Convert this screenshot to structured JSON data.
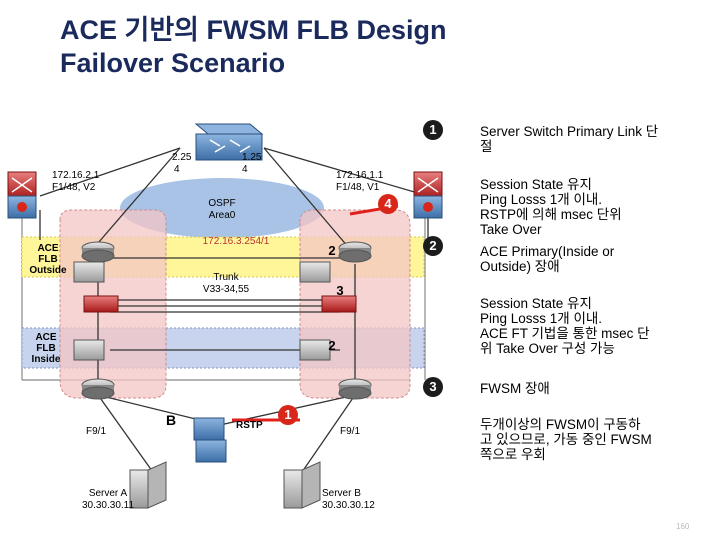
{
  "title": {
    "line1": "ACE 기반의 FWSM FLB Design",
    "line2": "Failover Scenario"
  },
  "labels": {
    "left_switch_ip": "172.16.2.1",
    "left_switch_port": "F1/48, V2",
    "right_switch_ip": "172.16.1.1",
    "right_switch_port": "F1/48, V1",
    "core_port_left": "2.25",
    "core_port_left2": "4",
    "core_port_right": "1.25",
    "core_port_right2": "4",
    "ospf": "OSPF",
    "area": "Area0",
    "vlan_subnet": "172.16.3.254/1",
    "trunk": "Trunk",
    "trunk_vlans": "V33-34,55",
    "ace_flb_outside": [
      "ACE",
      "FLB",
      "Outside"
    ],
    "ace_flb_inside": [
      "ACE",
      "FLB",
      "Inside"
    ],
    "left_port": "F9/1",
    "right_port": "F9/1",
    "b_label": "B",
    "rstp": "RSTP",
    "server_a_name": "Server A",
    "server_a_ip": "30.30.30.11",
    "server_b_name": "Server B",
    "server_b_ip": "30.30.30.12"
  },
  "markers": {
    "m1_top": "1",
    "m2_right": "2",
    "m3_right": "3",
    "m4_red": "4",
    "m2_outside": "2",
    "m3_trunk": "3",
    "m2_inside": "2",
    "m1_red": "1"
  },
  "right_panel": {
    "item1": [
      "Server Switch Primary Link 단",
      "절"
    ],
    "item2": [
      "Session State 유지",
      "Ping Losss 1개 이내.",
      "RSTP에 의해 msec 단위",
      "Take Over"
    ],
    "item2b": [
      "ACE Primary(Inside or",
      "Outside) 장애"
    ],
    "item3": [
      "Session State 유지",
      "Ping Losss 1개 이내.",
      "ACE FT 기법을 통한 msec 단",
      "위 Take Over 구성 가능"
    ],
    "item4": [
      "FWSM 장애"
    ],
    "item5": [
      "두개이상의 FWSM이 구동하",
      "고 있으므로, 가동 중인 FWSM",
      "쪽으로 우회"
    ]
  },
  "page_number": "160",
  "colors": {
    "title": "#1a2a5c",
    "outside_band": "#fff69a",
    "inside_band": "#c8d4ee",
    "ospf_cloud": "#a9c3e6",
    "fwsm_region": "#f3c6c6",
    "badge_red": "#d8261b",
    "link_red": "#e0201a",
    "switch_blue": "#3c6ea6"
  },
  "icons": [
    "core-switch-icon",
    "router-icon",
    "firewall-icon",
    "server-icon",
    "switch-icon"
  ]
}
